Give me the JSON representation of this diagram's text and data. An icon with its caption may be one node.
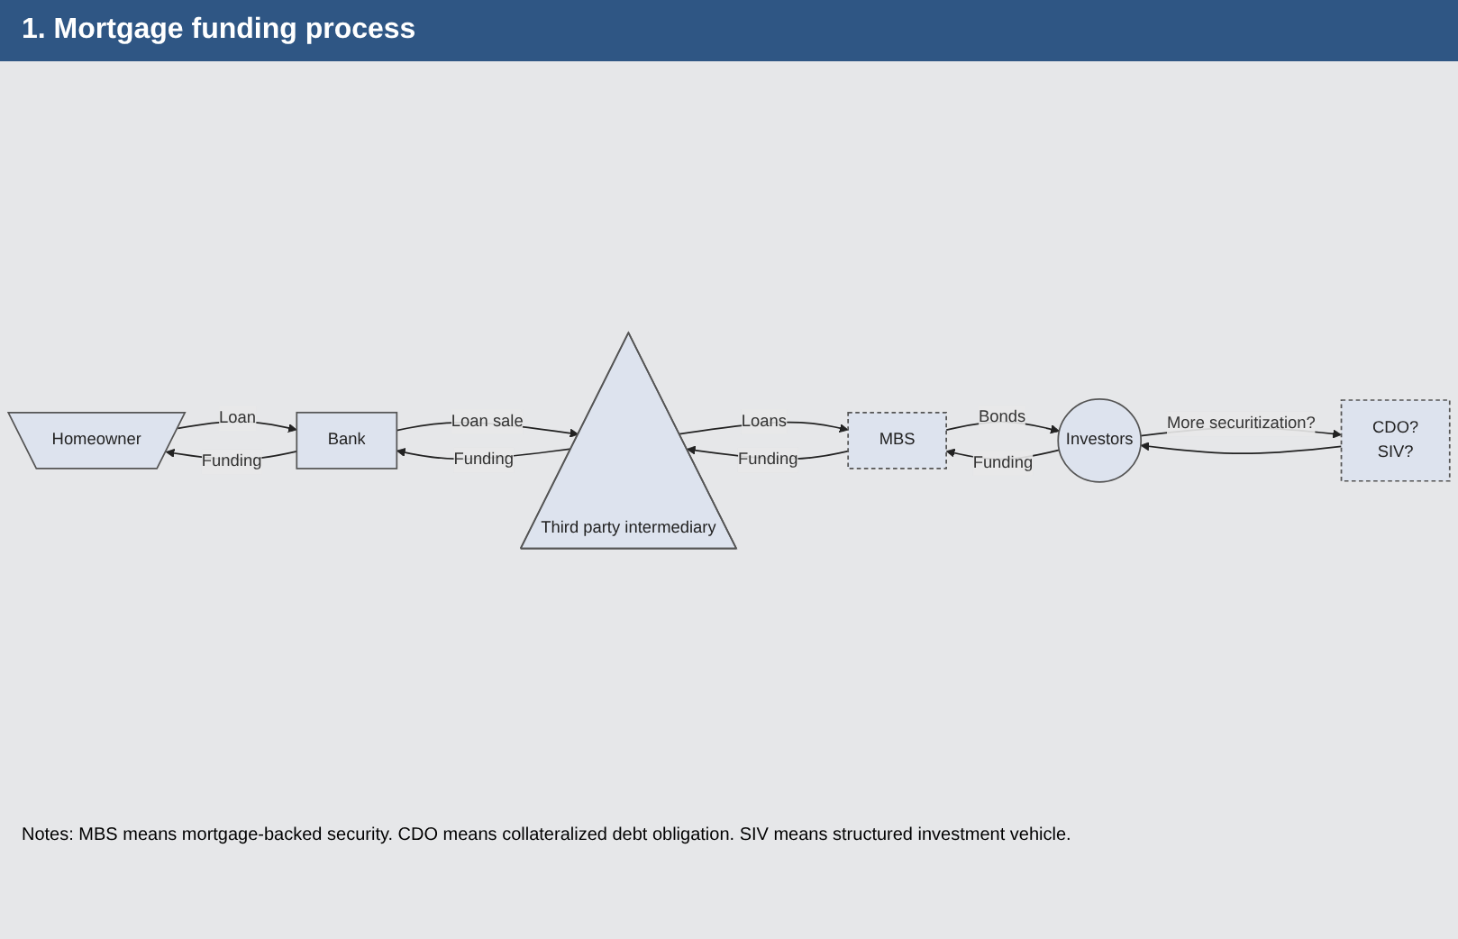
{
  "diagram": {
    "title": "1. Mortgage funding process",
    "nodes": [
      {
        "text": [
          "Homeowner"
        ]
      },
      {
        "text": [
          "Bank"
        ]
      },
      {
        "text": [
          "Third party intermediary"
        ]
      },
      {
        "text": [
          "CDO?",
          "SIV?"
        ]
      },
      {
        "text": [
          "Investors"
        ]
      },
      {
        "text": [
          "MBS"
        ]
      }
    ],
    "edges": [
      {
        "from": 1,
        "to": 0,
        "arrow": "to",
        "label": "Funding"
      },
      {
        "from": 0,
        "to": 1,
        "arrow": "to",
        "label": "Loan"
      },
      {
        "from": 2,
        "to": 1,
        "arrow": "to",
        "label": "Funding"
      },
      {
        "from": 1,
        "to": 2,
        "arrow": "to",
        "label": "Loan sale"
      },
      {
        "from": 2,
        "to": 5,
        "arrow": "to",
        "label": "Loans"
      },
      {
        "from": 5,
        "to": 2,
        "arrow": "to",
        "label": "Funding"
      },
      {
        "from": 4,
        "to": 3,
        "arrow": "to",
        "label": "More securitization?"
      },
      {
        "from": 3,
        "to": 4,
        "arrow": "to"
      },
      {
        "from": 5,
        "to": 4,
        "arrow": "to",
        "label": "Bonds"
      },
      {
        "from": 4,
        "to": 5,
        "arrow": "to",
        "label": "Funding"
      }
    ],
    "labels": [
      "Notes: MBS means mortgage-backed security. CDO means collateralized debt obligation. SIV means structured investment vehicle."
    ]
  }
}
